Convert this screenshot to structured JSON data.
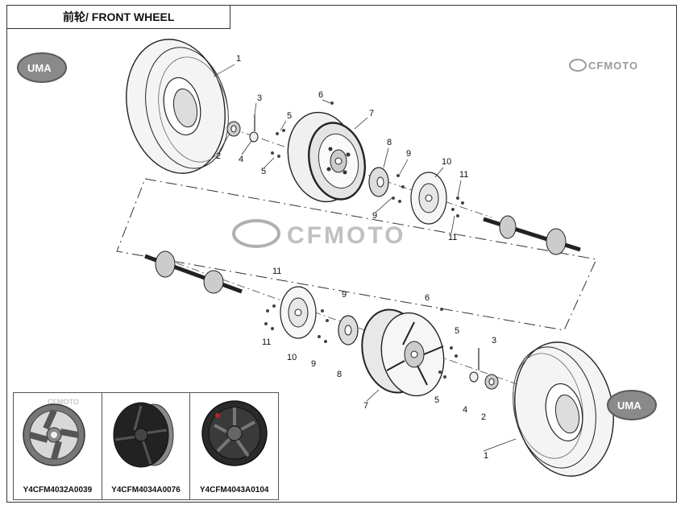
{
  "header": {
    "title": "前轮/ FRONT WHEEL"
  },
  "logos": {
    "uma_top": "UMA",
    "uma_bottom": "UMA",
    "cfmoto_top": "CFMOTO",
    "cfmoto_center": "CFMOTO",
    "cfmoto_thumb": "CFMOTO"
  },
  "callouts": {
    "top": [
      "1",
      "2",
      "3",
      "4",
      "5",
      "5",
      "6",
      "7",
      "8",
      "9",
      "9",
      "10",
      "11",
      "11"
    ],
    "bottom": [
      "11",
      "11",
      "10",
      "9",
      "9",
      "8",
      "7",
      "6",
      "5",
      "5",
      "3",
      "4",
      "2",
      "1"
    ]
  },
  "variants": [
    {
      "part_number": "Y4CFM4032A0039",
      "icon": "silver-wheel-icon"
    },
    {
      "part_number": "Y4CFM4034A0076",
      "icon": "black-wheel-icon"
    },
    {
      "part_number": "Y4CFM4043A0104",
      "icon": "dark-wheel-icon"
    }
  ],
  "colors": {
    "line": "#222222",
    "logo_gray": "#9a9a9a",
    "tire_fill": "#f4f4f4"
  }
}
